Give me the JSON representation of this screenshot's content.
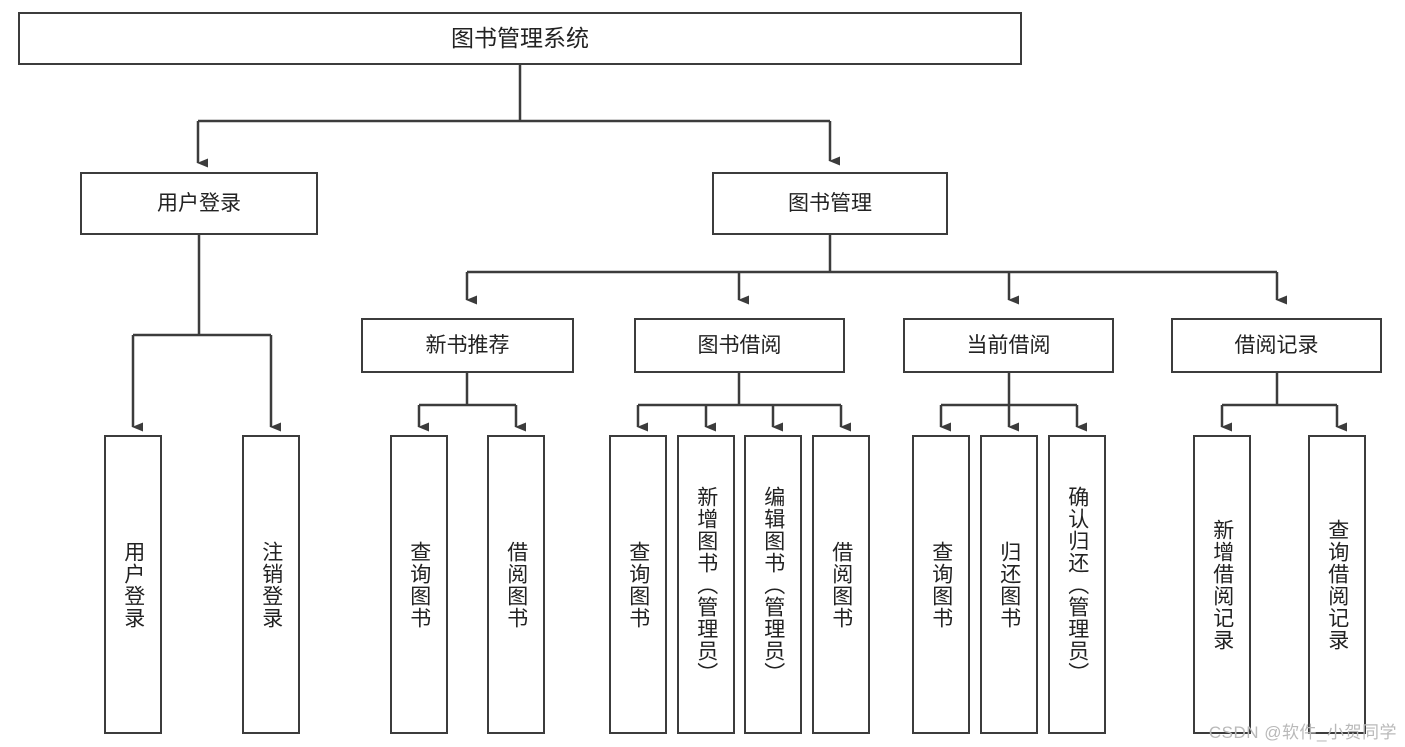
{
  "diagram": {
    "type": "hierarchy-tree",
    "title": "图书管理系统",
    "root": {
      "id": "root",
      "label": "图书管理系统"
    },
    "level1": [
      {
        "id": "user-login",
        "label": "用户登录"
      },
      {
        "id": "book-manage",
        "label": "图书管理"
      }
    ],
    "level2": [
      {
        "id": "new-book-recommend",
        "label": "新书推荐",
        "parent": "book-manage"
      },
      {
        "id": "book-borrow",
        "label": "图书借阅",
        "parent": "book-manage"
      },
      {
        "id": "current-borrow",
        "label": "当前借阅",
        "parent": "book-manage"
      },
      {
        "id": "borrow-record",
        "label": "借阅记录",
        "parent": "book-manage"
      }
    ],
    "leaves": [
      {
        "id": "leaf-user-login",
        "label": "用户登录",
        "parent": "user-login"
      },
      {
        "id": "leaf-logout-login",
        "label": "注销登录",
        "parent": "user-login"
      },
      {
        "id": "leaf-query-book-1",
        "label": "查询图书",
        "parent": "new-book-recommend"
      },
      {
        "id": "leaf-borrow-book-1",
        "label": "借阅图书",
        "parent": "new-book-recommend"
      },
      {
        "id": "leaf-query-book-2",
        "label": "查询图书",
        "parent": "book-borrow"
      },
      {
        "id": "leaf-add-book",
        "label": "新增图书（管理员）",
        "parent": "book-borrow"
      },
      {
        "id": "leaf-edit-book",
        "label": "编辑图书（管理员）",
        "parent": "book-borrow"
      },
      {
        "id": "leaf-borrow-book-2",
        "label": "借阅图书",
        "parent": "book-borrow"
      },
      {
        "id": "leaf-query-book-3",
        "label": "查询图书",
        "parent": "current-borrow"
      },
      {
        "id": "leaf-return-book",
        "label": "归还图书",
        "parent": "current-borrow"
      },
      {
        "id": "leaf-confirm-return",
        "label": "确认归还（管理员）",
        "parent": "current-borrow"
      },
      {
        "id": "leaf-add-record",
        "label": "新增借阅记录",
        "parent": "borrow-record"
      },
      {
        "id": "leaf-query-record",
        "label": "查询借阅记录",
        "parent": "borrow-record"
      }
    ],
    "colors": {
      "box_border": "#3c3c3c",
      "box_fill": "#ffffff",
      "connector": "#3c3c3c",
      "text": "#222222",
      "watermark": "#b9b9b9",
      "background": "#ffffff"
    }
  },
  "watermark": {
    "text": "CSDN @软件_小贺同学"
  }
}
